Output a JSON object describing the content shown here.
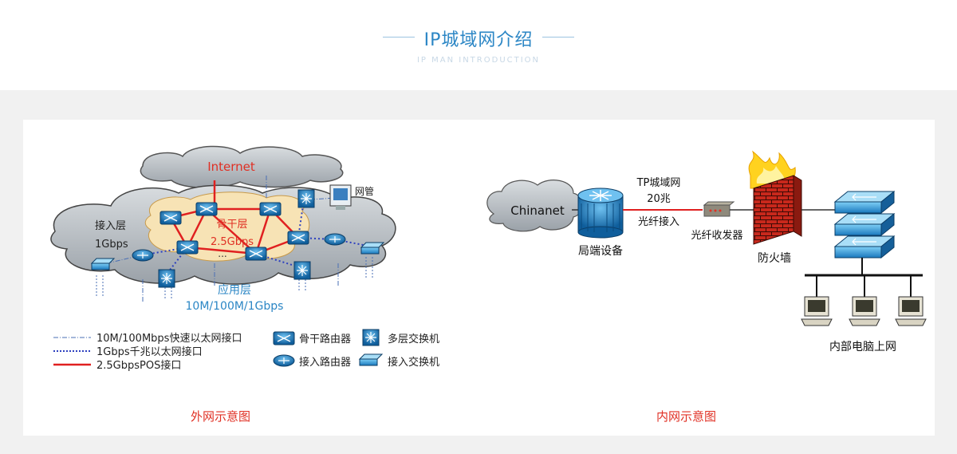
{
  "header": {
    "title": "IP城域网介绍",
    "subtitle": "IP MAN INTRODUCTION"
  },
  "outer": {
    "internet": "Internet",
    "nms": "网管",
    "access_layer": "接入层",
    "access_speed": "1Gbps",
    "backbone_layer": "骨干层",
    "backbone_speed": "2.5Gbps",
    "dots": "...",
    "app_layer": "应用层",
    "app_speed": "10M/100M/1Gbps",
    "legend_lines": [
      {
        "label": "10M/100Mbps快速以太网接口",
        "style": "dashdot",
        "color": "#4a6fb5"
      },
      {
        "label": "1Gbps千兆以太网接口",
        "style": "dotted",
        "color": "#2c3fbf"
      },
      {
        "label": "2.5GbpsPOS接口",
        "style": "solid",
        "color": "#e02020"
      }
    ],
    "legend_icons": [
      {
        "label": "骨干路由器",
        "icon": "backbone-router-icon"
      },
      {
        "label": "多层交换机",
        "icon": "multilayer-switch-icon"
      },
      {
        "label": "接入路由器",
        "icon": "access-router-icon"
      },
      {
        "label": "接入交换机",
        "icon": "access-switch-icon"
      }
    ],
    "caption": "外网示意图"
  },
  "inner": {
    "chinanet": "Chinanet",
    "local_device": "局端设备",
    "tp_label1": "TP城域网",
    "tp_label2": "20兆",
    "fiber_access": "光纤接入",
    "transceiver": "光纤收发器",
    "firewall": "防火墙",
    "pcs": "内部电脑上网",
    "caption": "内网示意图"
  },
  "colors": {
    "accent": "#2b86c5",
    "red": "#e03024",
    "cloud": "#9fa6ad",
    "core": "#f7e3b5",
    "device": "#1e7fc0"
  }
}
